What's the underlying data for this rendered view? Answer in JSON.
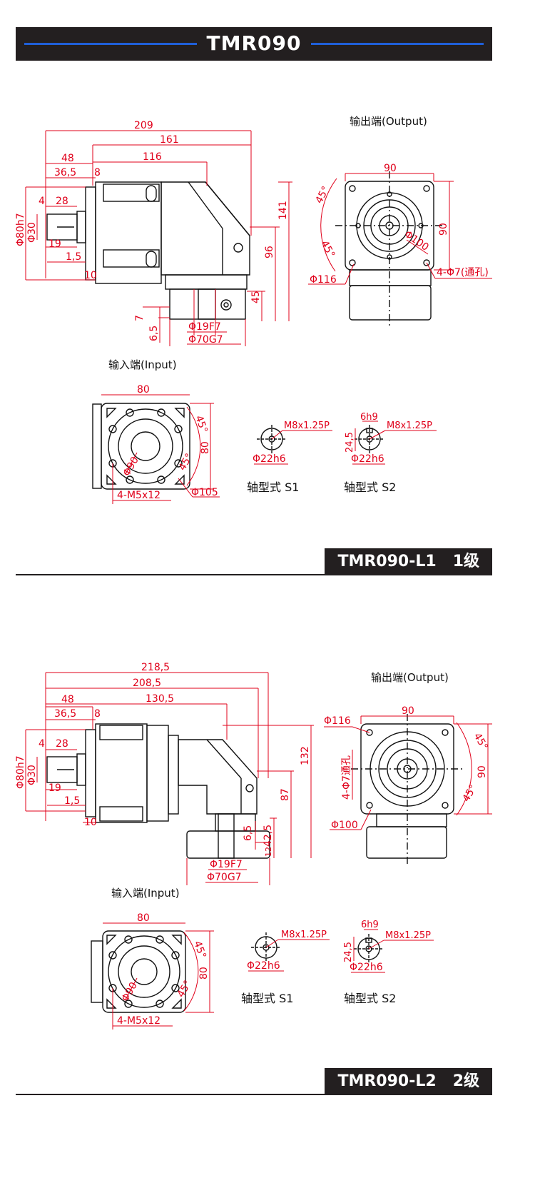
{
  "header": {
    "title": "TMR090"
  },
  "colors": {
    "dimension": "#e0001a",
    "outline": "#111111",
    "header_bg": "#231f20",
    "header_line": "#1f5fd8"
  },
  "section_1": {
    "label_model": "TMR090-L1",
    "label_stage": "1级",
    "output_caption": "输出端(Output)",
    "input_caption": "输入端(Input)",
    "side_dims": {
      "d209": "209",
      "d161": "161",
      "d116": "116",
      "d48": "48",
      "d365": "36,5",
      "d8": "8",
      "d4": "4",
      "d28": "28",
      "d19": "19",
      "d15": "1,5",
      "d10": "10",
      "dia80": "Φ80h7",
      "dia30": "Φ30",
      "d141": "141",
      "d96": "96",
      "d45": "45",
      "d7": "7",
      "d65": "6,5",
      "dia19": "Φ19F7",
      "dia70": "Φ70G7"
    },
    "output_dims": {
      "w90": "90",
      "h90": "90",
      "a45a": "45°",
      "a45b": "45°",
      "dia100": "Φ100",
      "dia116": "Φ116",
      "holes": "4-Φ7(通孔)"
    },
    "input_dims": {
      "w80": "80",
      "h80": "80",
      "a45a": "45°",
      "a45b": "45°",
      "dia90": "Φ90",
      "dia105": "Φ105",
      "holes": "4-M5x12"
    },
    "shaft_s1": {
      "thread": "M8x1.25P",
      "dia": "Φ22h6",
      "caption": "轴型式 S1"
    },
    "shaft_s2": {
      "key": "6h9",
      "depth": "24,5",
      "thread": "M8x1.25P",
      "dia": "Φ22h6",
      "caption": "轴型式 S2"
    }
  },
  "section_2": {
    "label_model": "TMR090-L2",
    "label_stage": "2级",
    "output_caption": "输出端(Output)",
    "input_caption": "输入端(Input)",
    "side_dims": {
      "d2185": "218,5",
      "d2085": "208,5",
      "d1305": "130,5",
      "d48": "48",
      "d365": "36,5",
      "d8": "8",
      "d4": "4",
      "d28": "28",
      "d19": "19",
      "d15": "1,5",
      "d10": "10",
      "dia80": "Φ80h7",
      "dia30": "Φ30",
      "d132": "132",
      "d87": "87",
      "d425": "42,5",
      "d65": "6,5",
      "d12": "12",
      "dia19": "Φ19F7",
      "dia70": "Φ70G7"
    },
    "output_dims": {
      "w90": "90",
      "h90": "90",
      "a45a": "45°",
      "a45b": "45°",
      "dia116": "Φ116",
      "dia100": "Φ100",
      "holes": "4-Φ7通孔"
    },
    "input_dims": {
      "w80": "80",
      "h80": "80",
      "a45a": "45°",
      "a45b": "45°",
      "dia90": "Φ90",
      "holes": "4-M5x12"
    },
    "shaft_s1": {
      "thread": "M8x1.25P",
      "dia": "Φ22h6",
      "caption": "轴型式 S1"
    },
    "shaft_s2": {
      "key": "6h9",
      "depth": "24,5",
      "thread": "M8x1.25P",
      "dia": "Φ22h6",
      "caption": "轴型式 S2"
    }
  }
}
